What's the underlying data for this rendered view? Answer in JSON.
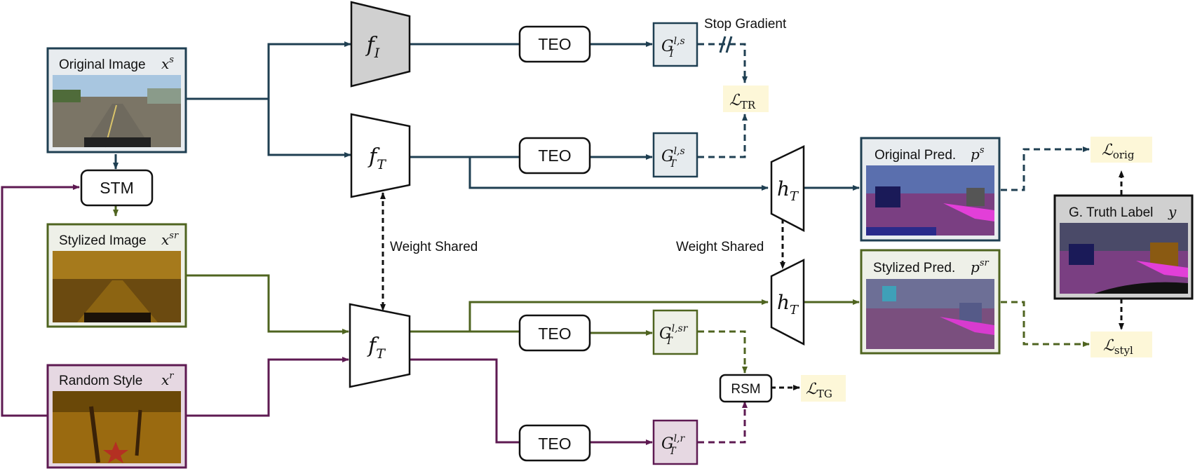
{
  "inputs": {
    "original_image": {
      "label": "Original Image",
      "symbol": "x",
      "sup": "s"
    },
    "stylized_image": {
      "label": "Stylized Image",
      "symbol": "x",
      "sup": "sr"
    },
    "random_style": {
      "label": "Random Style",
      "symbol": "x",
      "sup": "r"
    }
  },
  "modules": {
    "stm": "STM",
    "teo": "TEO",
    "rsm": "RSM"
  },
  "encoders": {
    "f_i": {
      "symbol": "f",
      "sub": "I"
    },
    "f_t": {
      "symbol": "f",
      "sub": "T"
    }
  },
  "heads": {
    "h_t": {
      "symbol": "h",
      "sub": "T"
    }
  },
  "grams": {
    "g_i_s": {
      "symbol": "G",
      "sub": "I",
      "sup": "l,s"
    },
    "g_t_s": {
      "symbol": "G",
      "sub": "T",
      "sup": "l,s"
    },
    "g_t_sr": {
      "symbol": "G",
      "sub": "T",
      "sup": "l,sr"
    },
    "g_t_r": {
      "symbol": "G",
      "sub": "T",
      "sup": "l,r"
    }
  },
  "annotations": {
    "stop_gradient": "Stop Gradient",
    "weight_shared": "Weight Shared"
  },
  "outputs": {
    "original_pred": {
      "label": "Original Pred.",
      "symbol": "p",
      "sup": "s"
    },
    "stylized_pred": {
      "label": "Stylized Pred.",
      "symbol": "p",
      "sup": "sr"
    },
    "ground_truth": {
      "label": "G. Truth Label",
      "symbol": "y"
    }
  },
  "losses": {
    "tr": {
      "symbol": "ℒ",
      "sub": "TR"
    },
    "tg": {
      "symbol": "ℒ",
      "sub": "TG"
    },
    "orig": {
      "symbol": "ℒ",
      "sub": "orig"
    },
    "styl": {
      "symbol": "ℒ",
      "sub": "styl"
    }
  },
  "colors": {
    "original_path": "#1f3f52",
    "stylized_path": "#4f6420",
    "style_path": "#5e1a52",
    "loss_fill": "#fdf7d8",
    "gram_original_fill": "#e6ebee",
    "gram_stylized_fill": "#eef0e8",
    "gram_style_fill": "#e6d8e2",
    "encoder_fill": "#d0d0d0"
  }
}
